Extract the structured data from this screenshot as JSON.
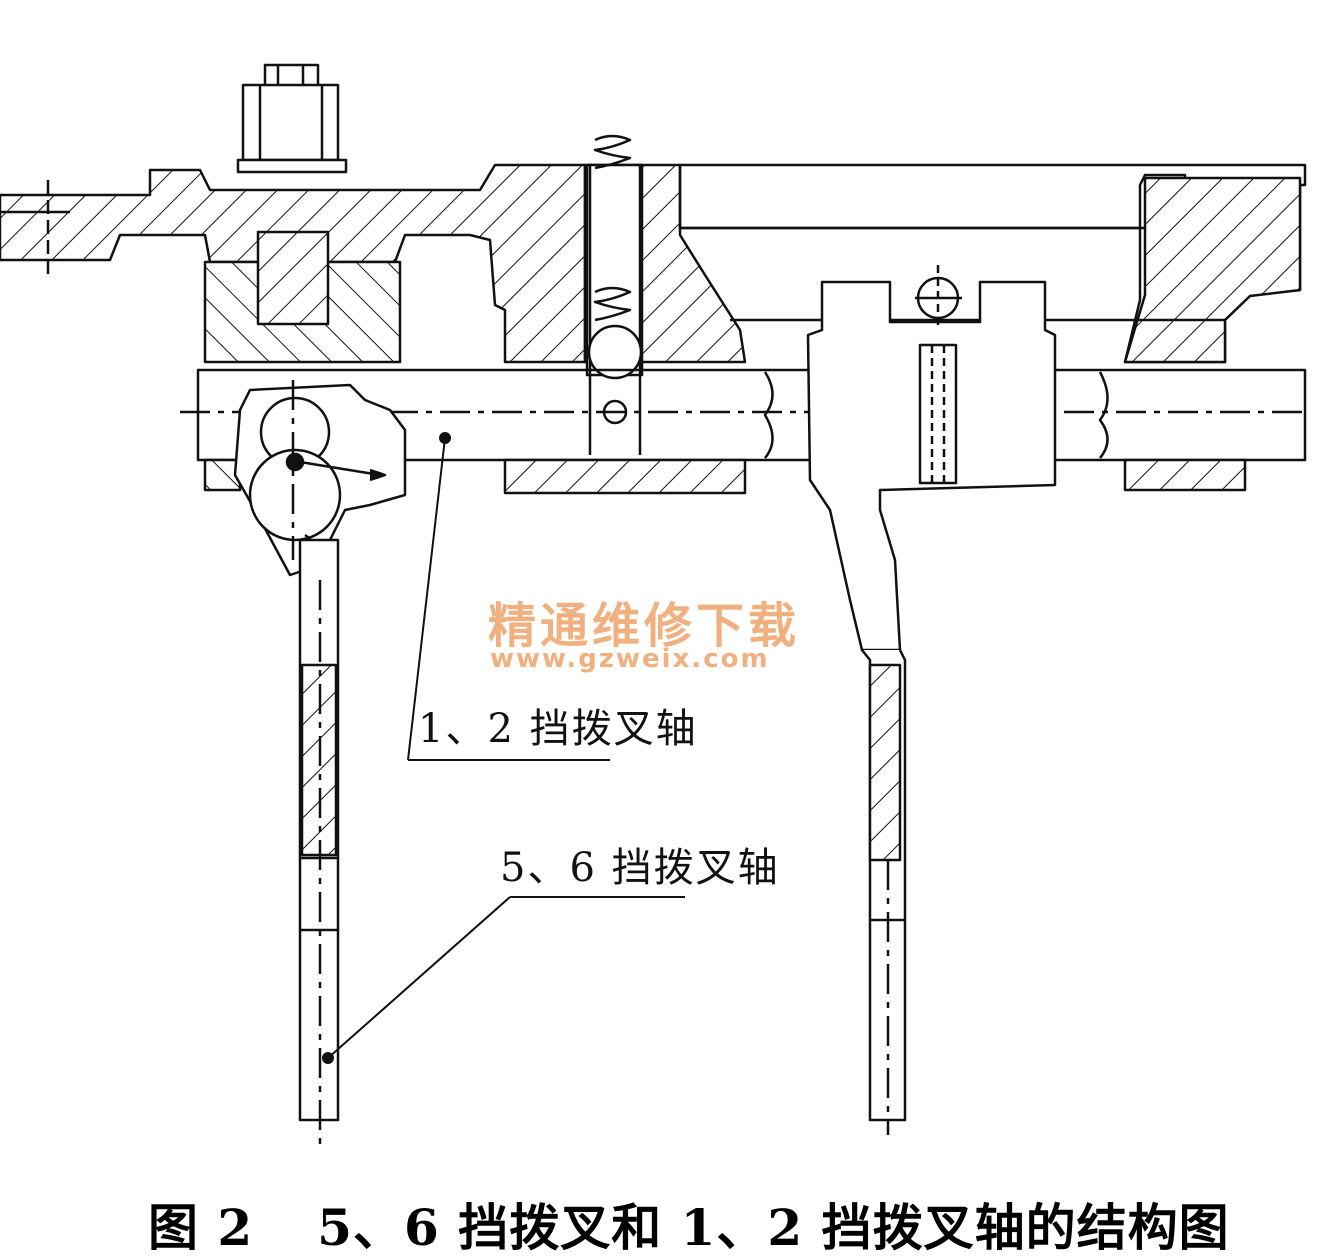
{
  "labels": {
    "fork_shaft_12": "1、2 挡拨叉轴",
    "fork_shaft_56": "5、6 挡拨叉轴"
  },
  "watermark": {
    "line1": "精通维修下载",
    "line2": "www.gzweix.com",
    "color": "#f0b080"
  },
  "caption": {
    "number": "图 2",
    "text": "5、6 挡拨叉和 1、2 挡拨叉轴的结构图"
  }
}
